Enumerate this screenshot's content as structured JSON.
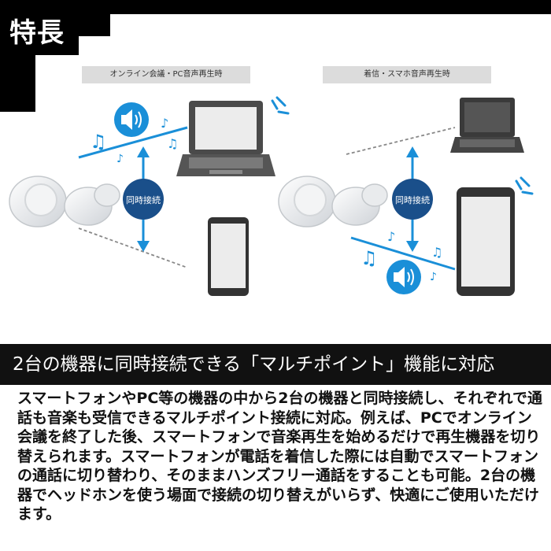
{
  "tag": "特長",
  "panels": {
    "left_label": "オンライン会議・PC音声再生時",
    "right_label": "着信・スマホ音声再生時",
    "connect_label": "同時接続"
  },
  "headline": "2台の機器に同時接続できる「マルチポイント」機能に対応",
  "body": "スマートフォンやPC等の機器の中から2台の機器と同時接続し、それぞれで通話も音楽も受信できるマルチポイント接続に対応。例えば、PCでオンライン会議を終了した後、スマートフォンで音楽再生を始めるだけで再生機器を切り替えられます。スマートフォンが電話を着信した際には自動でスマートフォンの通話に切り替わり、そのままハンズフリー通話をすることも可能。2台の機器でヘッドホンを使う場面で接続の切り替えがいらず、快適にご使用いただけます。",
  "colors": {
    "accent_blue": "#1a8fd8",
    "dark_blue": "#1a4f8a",
    "headline_bg": "#111111"
  },
  "icons": [
    "speaker-icon",
    "music-note-icon",
    "laptop-icon",
    "smartphone-icon",
    "earbuds-icon",
    "signal-waves-icon"
  ]
}
